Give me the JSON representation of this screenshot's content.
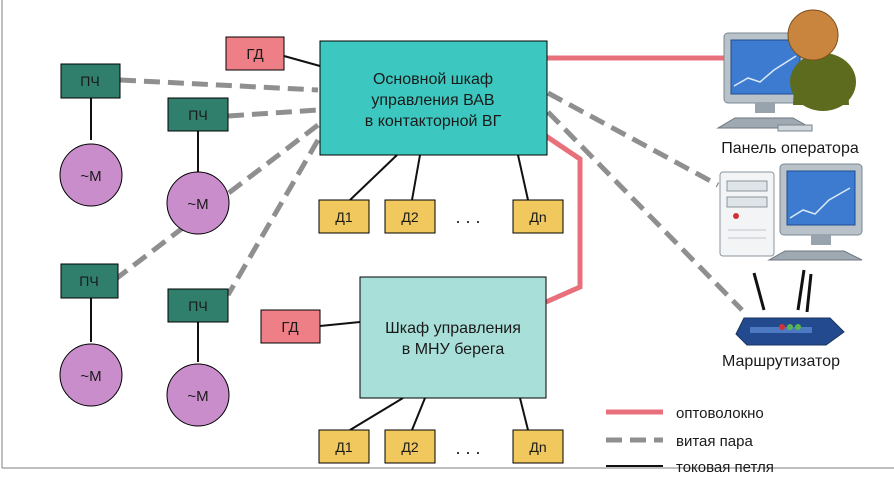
{
  "diagram": {
    "main_cabinet": {
      "line1": "Основной шкаф",
      "line2": "управления ВАВ",
      "line3": "в контакторной ВГ"
    },
    "shore_cabinet": {
      "line1": "Шкаф управления",
      "line2": "в МНУ берега"
    },
    "gd_label": "ГД",
    "pch_label": "ПЧ",
    "motor_label": "~М",
    "sensors": {
      "d1": "Д1",
      "d2": "Д2",
      "dn": "Дn",
      "ellipsis": ". . ."
    },
    "operator_panel_label": "Панель оператора",
    "router_label": "Маршрутизатор",
    "legend": {
      "fiber": "оптоволокно",
      "twisted_pair": "витая пара",
      "current_loop": "токовая петля"
    },
    "colors": {
      "main_cabinet": "#3cc8c0",
      "shore_cabinet": "#a9dfd9",
      "gd": "#ef7f86",
      "pch": "#2f7f6c",
      "motor": "#c98dcc",
      "sensor": "#f0c85e",
      "fiber_line": "#e8707c",
      "twisted_line": "#8f8f8f",
      "current_line": "#111111"
    }
  }
}
